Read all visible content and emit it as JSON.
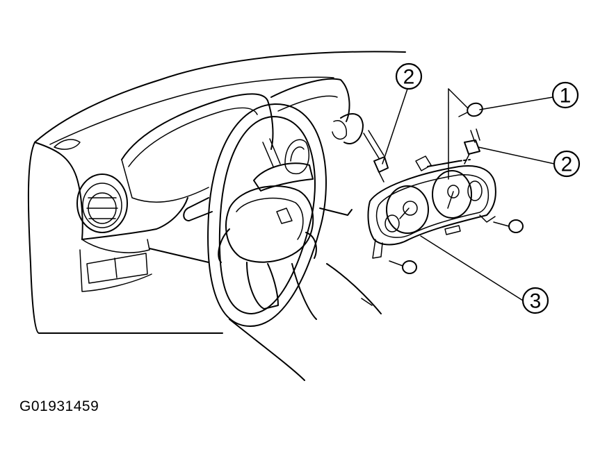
{
  "figure_id": "G01931459",
  "callouts": [
    {
      "label": "1",
      "part": "screw"
    },
    {
      "label": "2",
      "part": "connector"
    },
    {
      "label": "2",
      "part": "connector"
    },
    {
      "label": "3",
      "part": "instrument-cluster"
    }
  ]
}
